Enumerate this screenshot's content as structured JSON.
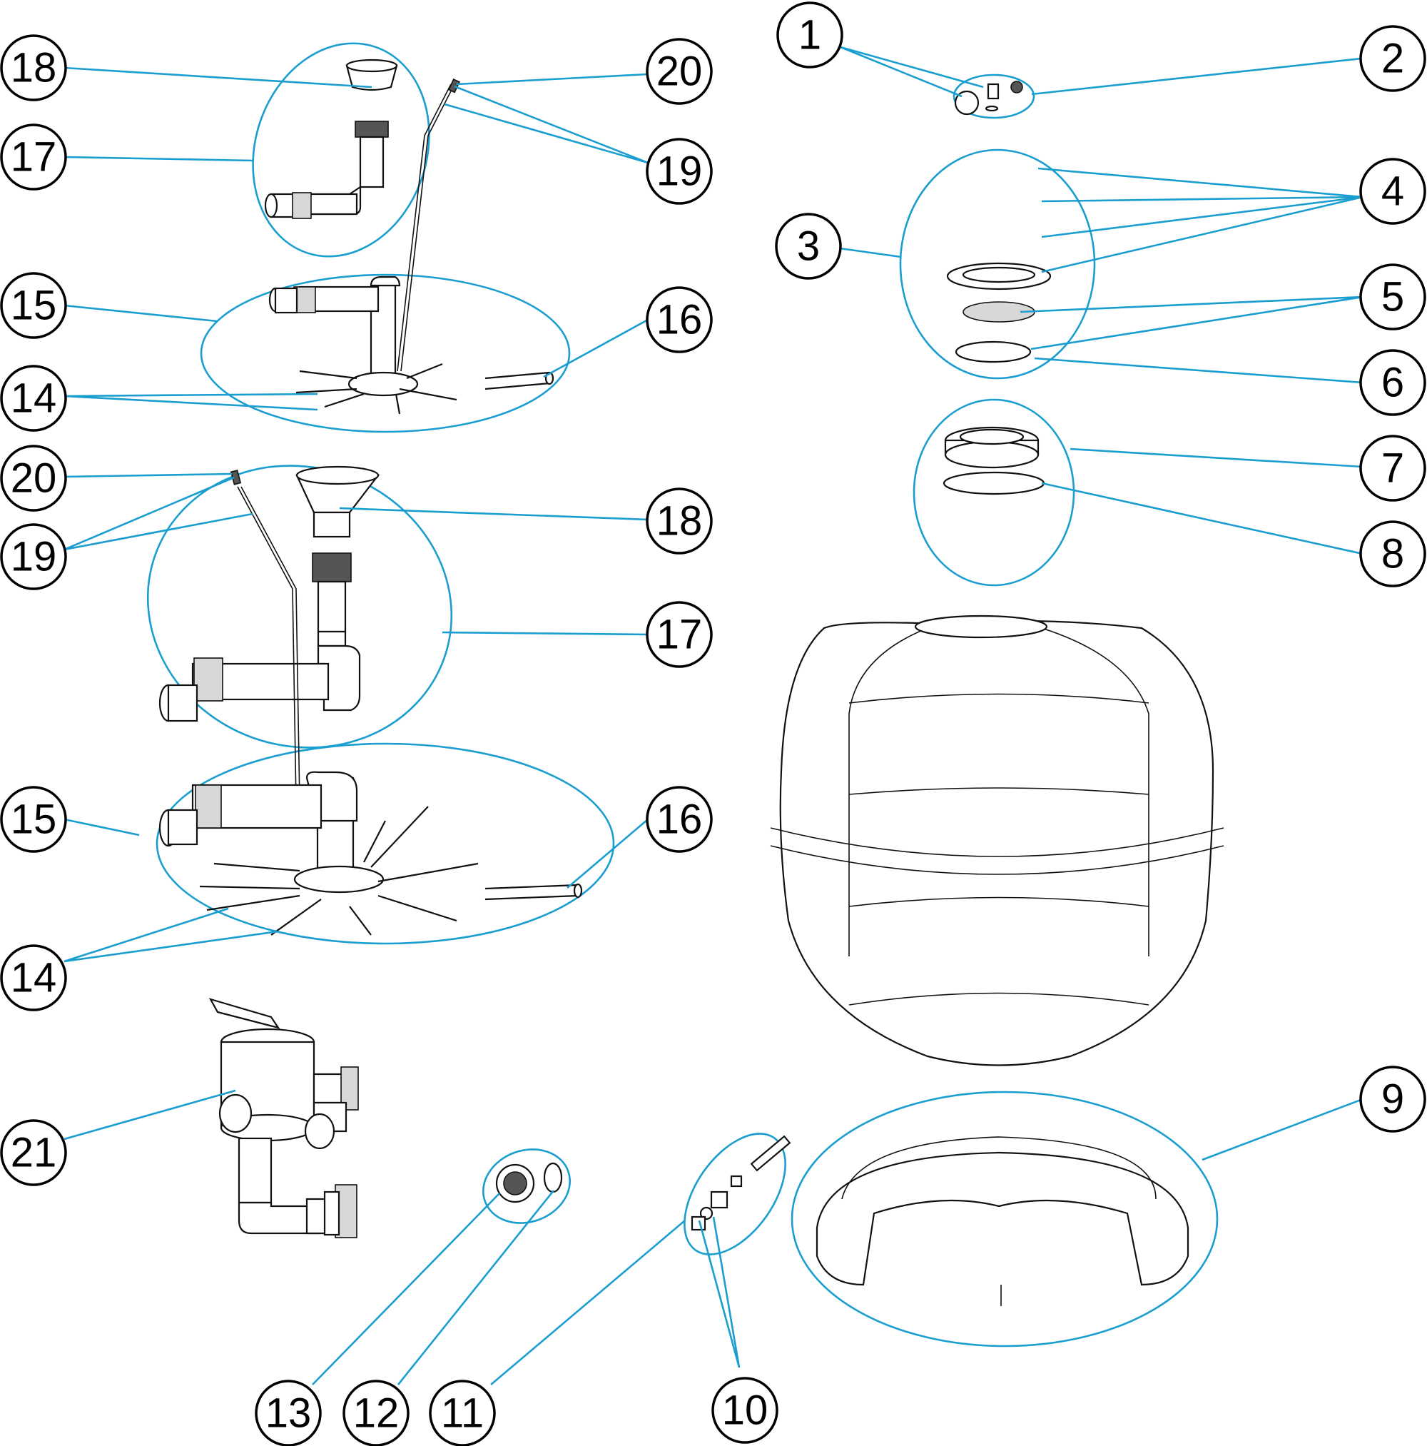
{
  "callouts": [
    {
      "id": "c1",
      "label": "1"
    },
    {
      "id": "c2",
      "label": "2"
    },
    {
      "id": "c3",
      "label": "3"
    },
    {
      "id": "c4",
      "label": "4"
    },
    {
      "id": "c5",
      "label": "5"
    },
    {
      "id": "c6",
      "label": "6"
    },
    {
      "id": "c7",
      "label": "7"
    },
    {
      "id": "c8",
      "label": "8"
    },
    {
      "id": "c9",
      "label": "9"
    },
    {
      "id": "c10",
      "label": "10"
    },
    {
      "id": "c11",
      "label": "11"
    },
    {
      "id": "c12",
      "label": "12"
    },
    {
      "id": "c13",
      "label": "13"
    },
    {
      "id": "c14a",
      "label": "14"
    },
    {
      "id": "c14b",
      "label": "14"
    },
    {
      "id": "c15a",
      "label": "15"
    },
    {
      "id": "c15b",
      "label": "15"
    },
    {
      "id": "c16a",
      "label": "16"
    },
    {
      "id": "c16b",
      "label": "16"
    },
    {
      "id": "c17a",
      "label": "17"
    },
    {
      "id": "c17b",
      "label": "17"
    },
    {
      "id": "c18a",
      "label": "18"
    },
    {
      "id": "c18b",
      "label": "18"
    },
    {
      "id": "c19a",
      "label": "19"
    },
    {
      "id": "c19b",
      "label": "19"
    },
    {
      "id": "c20a",
      "label": "20"
    },
    {
      "id": "c20b",
      "label": "20"
    },
    {
      "id": "c21",
      "label": "21"
    }
  ],
  "colors": {
    "leader": "#1a9ed0",
    "outline": "#111111",
    "badge_fill": "#ffffff"
  }
}
